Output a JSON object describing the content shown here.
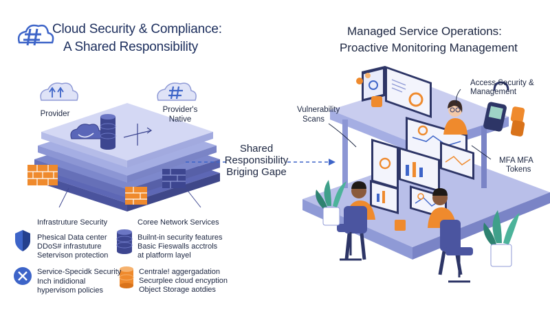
{
  "left": {
    "title_line1": "Cloud Security & Compliance:",
    "title_line2": "A Shared Responsibility",
    "provider_label": "Provider",
    "native_label_line1": "Provider's",
    "native_label_line2": "Native",
    "sections": [
      {
        "heading": "Infrastruture Security",
        "lines": [
          "Phesical Data center",
          "DDoS# infrastuture",
          "Setervison protection"
        ]
      },
      {
        "heading": "Service-Specidk Security",
        "lines": [
          "Inch indidional",
          "hypervisom policies"
        ]
      },
      {
        "heading": "Coree Network Services",
        "lines": [
          "Builnt-in security features",
          "Basic Fieswalls acctrols",
          "at platform layel"
        ]
      },
      {
        "heading": "",
        "lines": [
          "Centrale! aggergadation",
          "Securplee cloud encyption",
          "Object Storage aotdies"
        ]
      }
    ]
  },
  "center": {
    "line1": "Shared",
    "line2": "Responsibility",
    "line3": "Briging Gape"
  },
  "right": {
    "title_line1": "Managed Service Operations:",
    "title_line2": "Proactive Monitoring Management",
    "vuln_line1": "Vulnerability",
    "vuln_line2": "Scans",
    "access_line1": "Access Security &",
    "access_line2": "Management",
    "mfa_line1": "MFA MFA",
    "mfa_line2": "Tokens"
  },
  "colors": {
    "navy": "#1b2d5c",
    "accent_blue": "#3d64c8",
    "orange": "#ef8a2d",
    "platform": "#8f9ad6",
    "light_platform": "#c9cdef",
    "plant": "#3fa08a"
  }
}
